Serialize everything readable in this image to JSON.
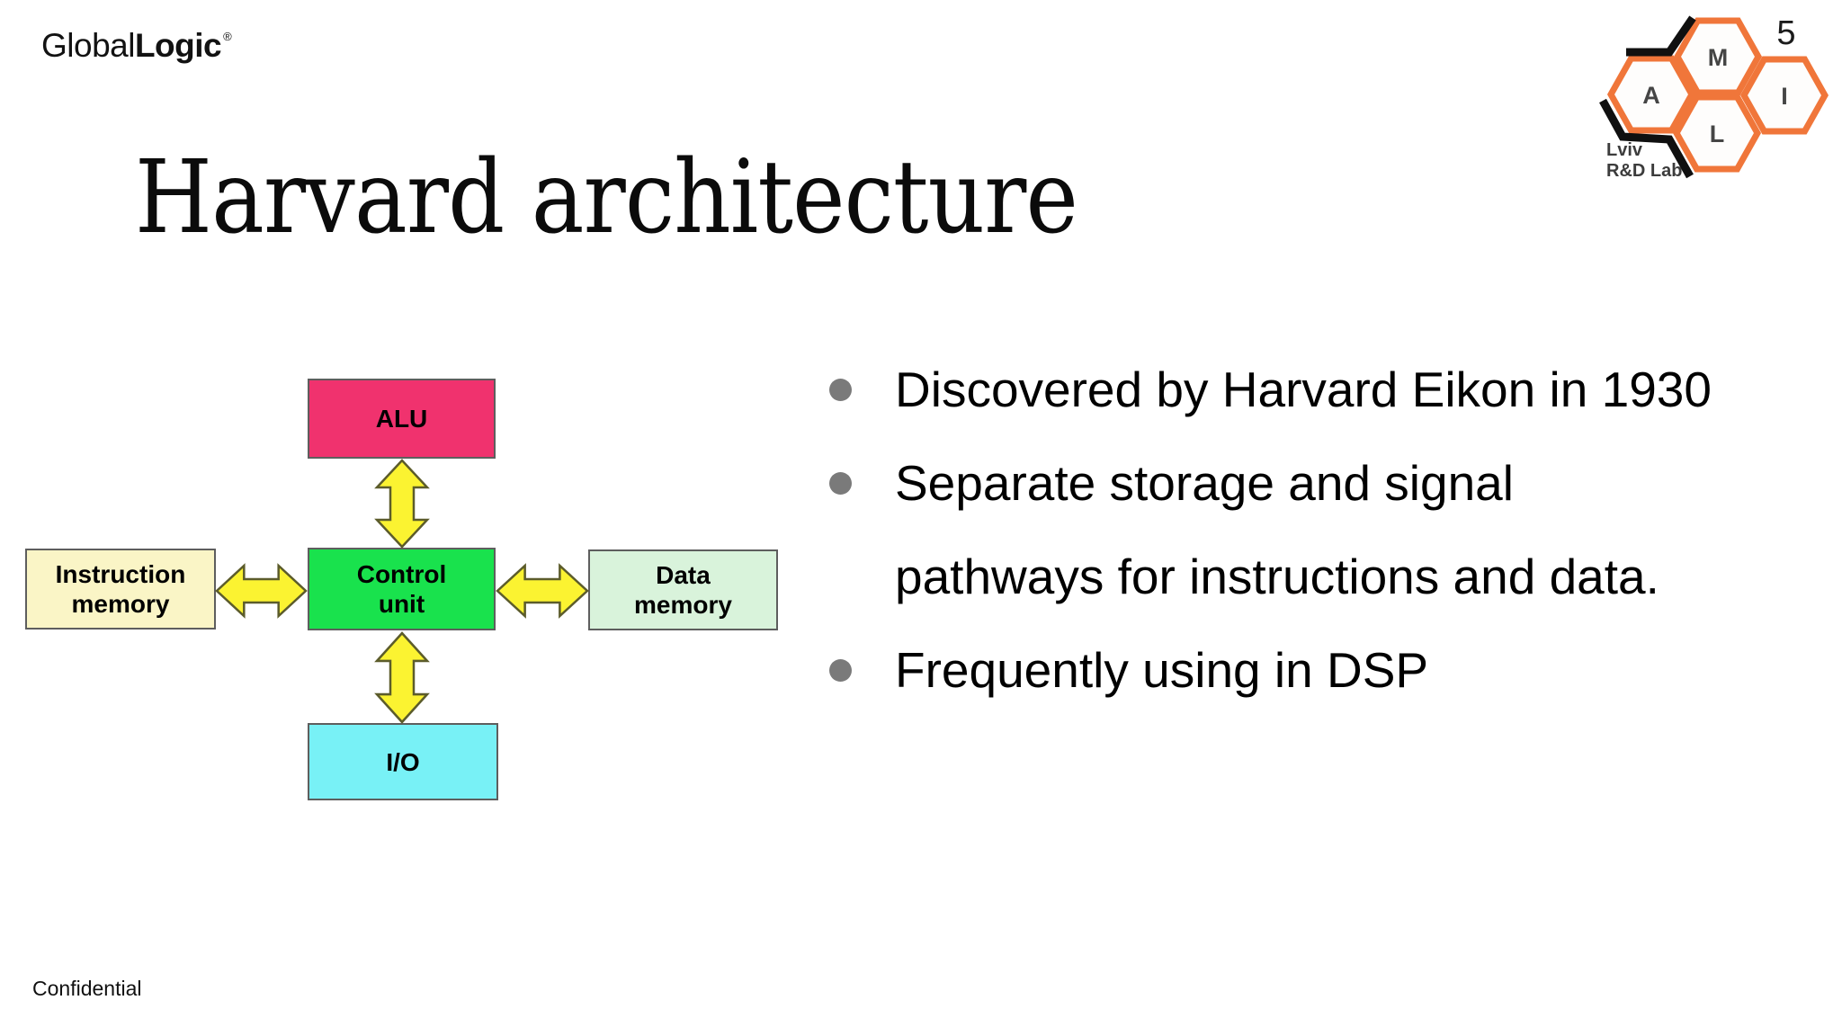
{
  "brand": {
    "name_light": "Global",
    "name_bold": "Logic",
    "registered_mark": "®"
  },
  "page_number": "5",
  "lab_logo": {
    "hex_m": "M",
    "hex_a": "A",
    "hex_i": "I",
    "hex_l": "L",
    "caption_line1": "Lviv",
    "caption_line2": "R&D Lab",
    "hex_color": "#f0763a"
  },
  "title": "Harvard architecture",
  "bullets": {
    "rows": [
      {
        "bullet": true,
        "text": "Discovered by Harvard Eikon in 1930"
      },
      {
        "bullet": true,
        "text": "Separate storage and signal"
      },
      {
        "bullet": false,
        "text": "pathways for instructions and data."
      },
      {
        "bullet": true,
        "text": "Frequently using in DSP"
      }
    ],
    "dot_color": "#7a7a7a"
  },
  "diagram": {
    "alu_label": "ALU",
    "control_label_line1": "Control",
    "control_label_line2": "unit",
    "instruction_label_line1": "Instruction",
    "instruction_label_line2": "memory",
    "data_label_line1": "Data",
    "data_label_line2": "memory",
    "io_label": "I/O",
    "colors": {
      "alu": "#f0326e",
      "control_unit": "#19e24d",
      "instruction_memory": "#faf5c6",
      "data_memory": "#d9f3db",
      "io": "#78f1f6",
      "arrow_fill": "#fbf331",
      "arrow_outline": "#5c5c2b",
      "box_border": "#5e5e5e"
    }
  },
  "footer": {
    "confidential": "Confidential"
  }
}
